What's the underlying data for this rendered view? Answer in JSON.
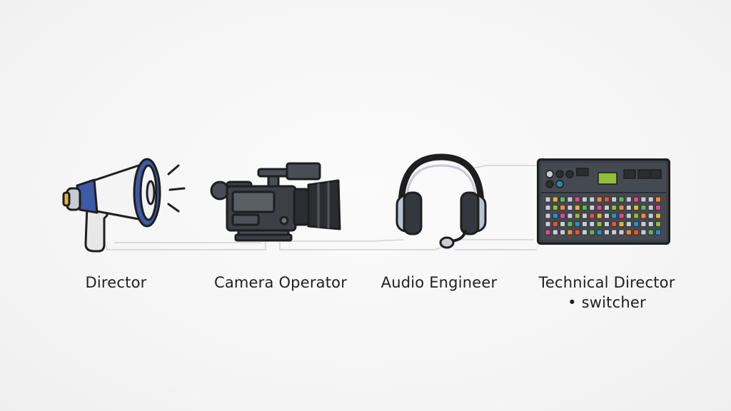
{
  "roles": [
    {
      "label": "Director",
      "icon": "megaphone-icon"
    },
    {
      "label": "Camera Operator",
      "icon": "video-camera-icon"
    },
    {
      "label": "Audio Engineer",
      "icon": "headphones-icon"
    },
    {
      "label": "Technical Director",
      "sublabel": "• switcher",
      "icon": "switcher-panel-icon"
    }
  ],
  "colors": {
    "background": "#f6f6f6",
    "outline": "#1e1e1e",
    "megaphone_blue": "#3d5aa6",
    "equipment_dark": "#3c3f46",
    "wire": "#d0d0d0",
    "panel_screen": "#8fbf3a"
  }
}
